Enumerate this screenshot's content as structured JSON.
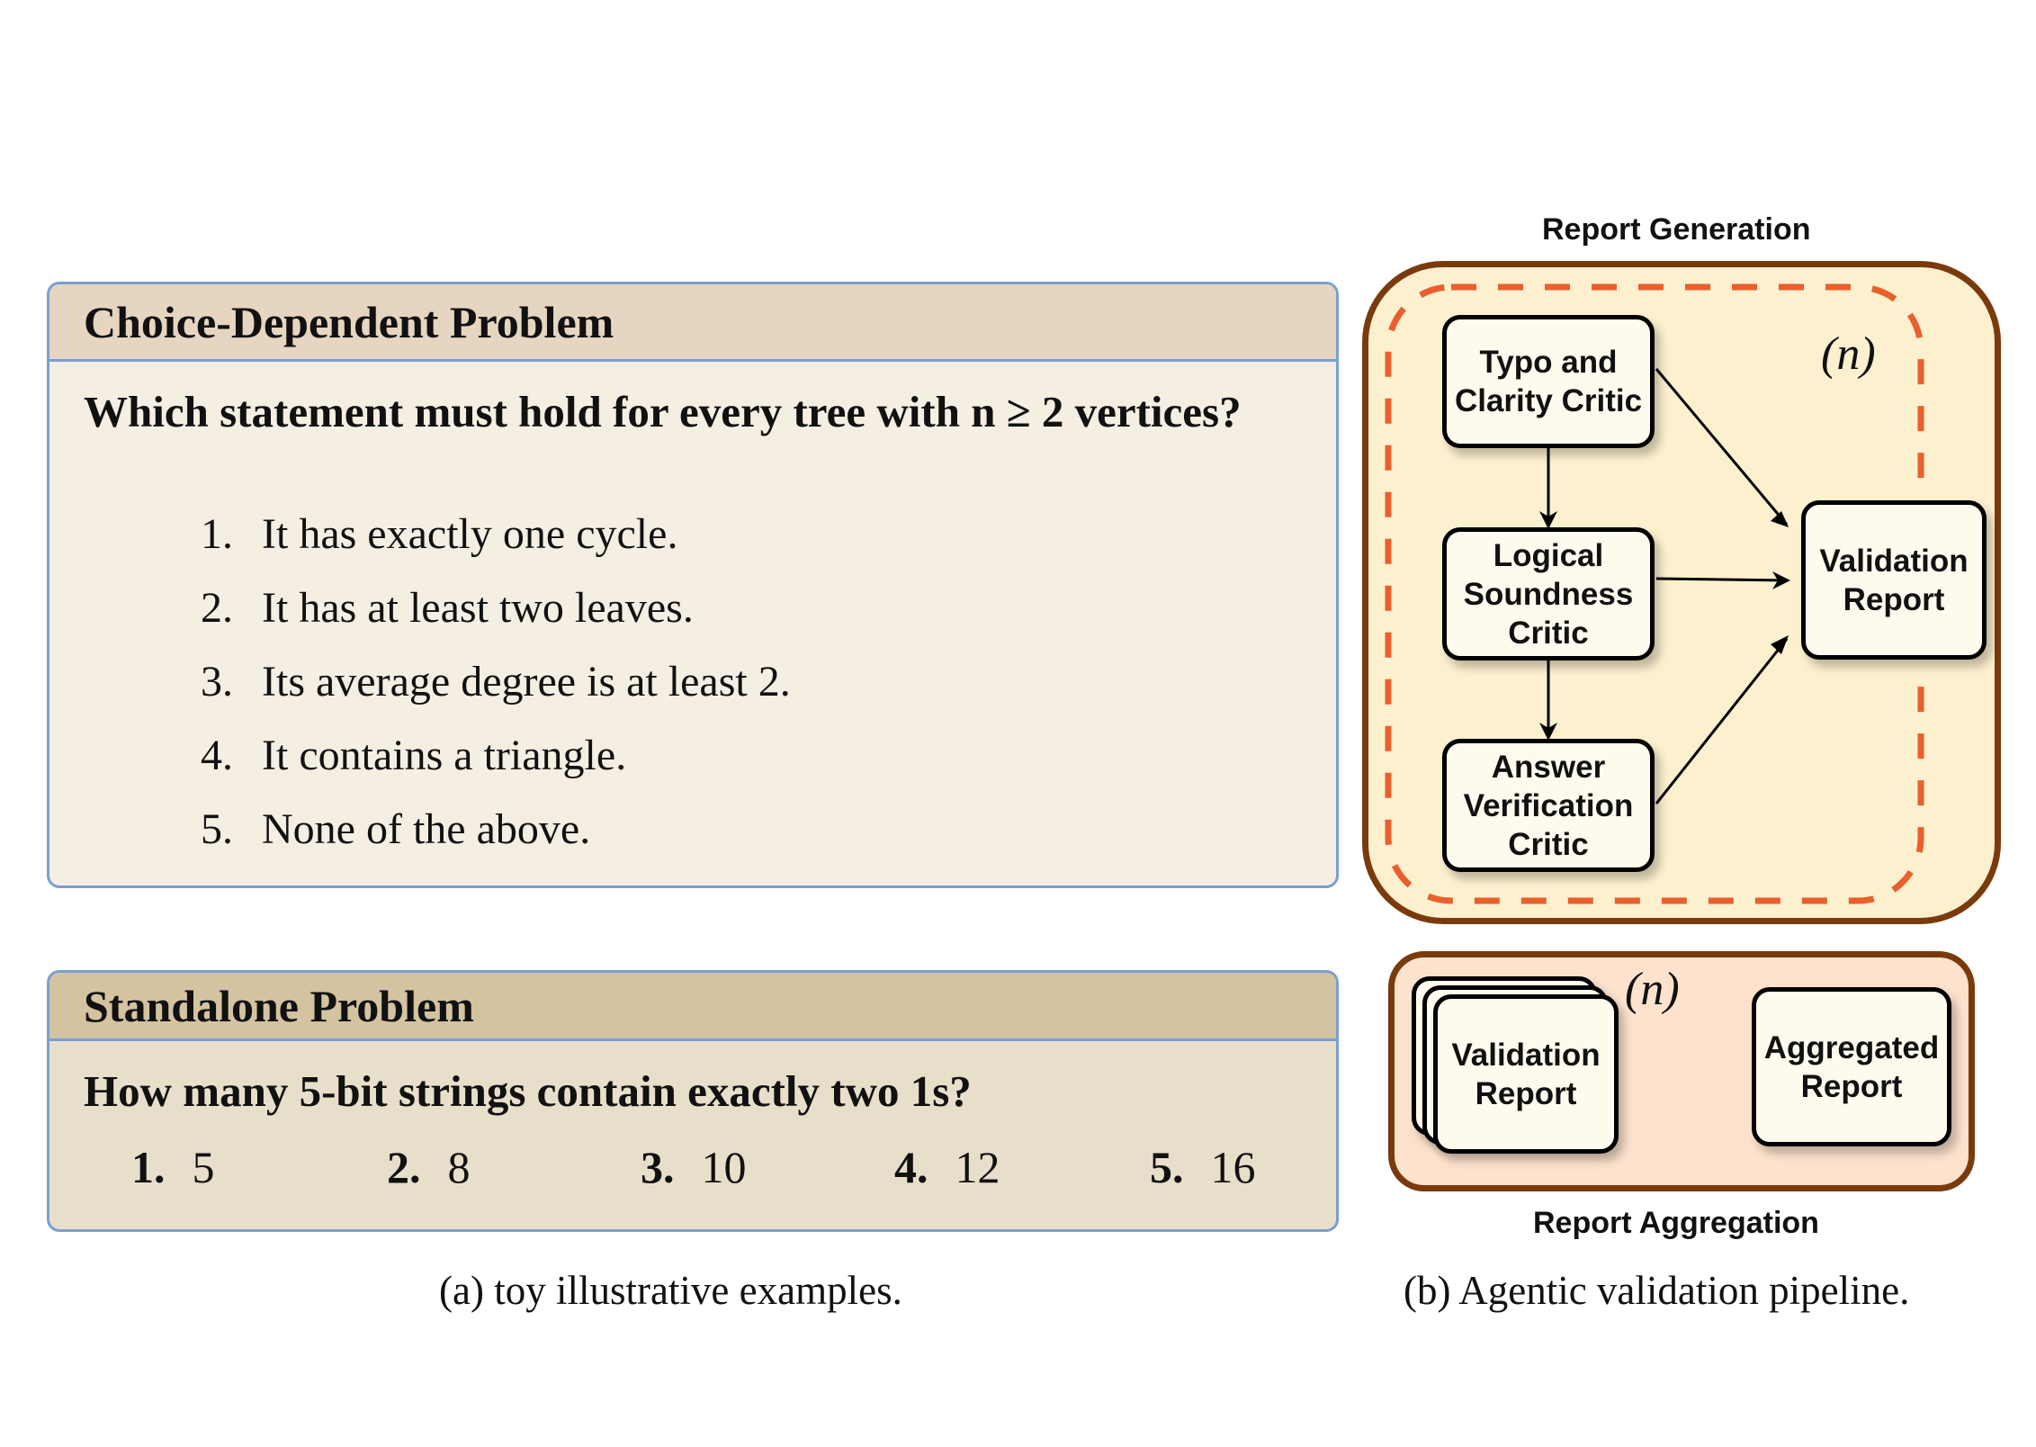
{
  "panel_a": {
    "choice_dependent": {
      "title": "Choice-Dependent Problem",
      "question": "Which statement must hold for every tree with n ≥ 2 vertices?",
      "options": [
        {
          "num": "1.",
          "text": "It has exactly one cycle."
        },
        {
          "num": "2.",
          "text": "It has at least two leaves."
        },
        {
          "num": "3.",
          "text": "Its average degree is at least 2."
        },
        {
          "num": "4.",
          "text": "It contains a triangle."
        },
        {
          "num": "5.",
          "text": "None of the above."
        }
      ]
    },
    "standalone": {
      "title": "Standalone Problem",
      "question": "How many 5-bit strings contain exactly two 1s?",
      "options": [
        {
          "num": "1.",
          "text": "5"
        },
        {
          "num": "2.",
          "text": "8"
        },
        {
          "num": "3.",
          "text": "10"
        },
        {
          "num": "4.",
          "text": "12"
        },
        {
          "num": "5.",
          "text": "16"
        }
      ]
    },
    "caption": "(a) toy illustrative examples."
  },
  "panel_b": {
    "generation": {
      "title": "Report Generation",
      "repeat_label": "(n)",
      "critics": [
        "Typo and Clarity Critic",
        "Logical Soundness Critic",
        "Answer Verification Critic"
      ],
      "output": "Validation Report"
    },
    "aggregation": {
      "title": "Report Aggregation",
      "repeat_label": "(n)",
      "input": "Validation Report",
      "output": "Aggregated Report"
    },
    "caption": "(b) Agentic validation pipeline."
  },
  "colors": {
    "panel_border": "#7a9fd3",
    "header1": "#e6d5c0",
    "body1": "#f5eee3",
    "header2": "#d4c3a0",
    "body2": "#e8dfcb",
    "gen_fill": "#fdf0cf",
    "gen_border": "#7a3a0d",
    "dash": "#e95f2d",
    "agg_fill": "#fde3cd"
  }
}
